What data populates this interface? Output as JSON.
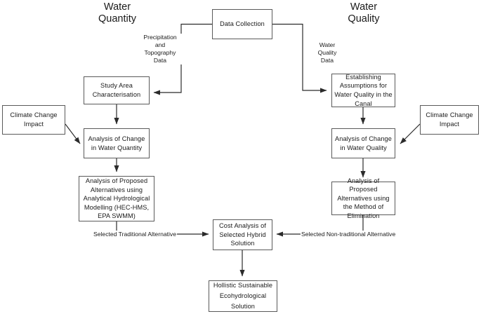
{
  "diagram": {
    "title_left": "Water\nQuantity",
    "title_right": "Water\nQuality",
    "line_color": "#5a5a5a",
    "text_color": "#1a1a1a",
    "background": "#ffffff"
  },
  "headings": {
    "left": "Water Quantity",
    "left_line1": "Water",
    "left_line2": "Quantity",
    "right": "Water Quality",
    "right_line1": "Water",
    "right_line2": "Quality"
  },
  "nodes": {
    "data_collection": "Data Collection",
    "study_area": "Study Area Characterisation",
    "climate_impact_left": "Climate Change Impact",
    "climate_impact_right": "Climate Change Impact",
    "analysis_change_quantity": "Analysis of Change in Water Quantity",
    "analysis_proposed_quantity": "Analysis of Proposed Alternatives using Analytical Hydrological Modelling (HEC-HMS, EPA SWMM)",
    "establishing_assumptions": "Establishing Assumptions for Water Quality in the Canal",
    "analysis_change_quality": "Analysis of Change in Water Quality",
    "analysis_proposed_quality": "Analysis of Proposed Alternatives using the Method of Elimination",
    "cost_analysis": "Cost Analysis of Selected Hybrid Solution",
    "final_solution": "Hollistic Sustainable Ecohydrological Solution"
  },
  "edge_labels": {
    "precipitation": "Precipitation\nand\nTopography\nData",
    "water_quality_data": "Water\nQuality\nData",
    "selected_traditional": "Selected Traditional Alternative",
    "selected_non_traditional": "Selected Non-traditional Alternative"
  }
}
